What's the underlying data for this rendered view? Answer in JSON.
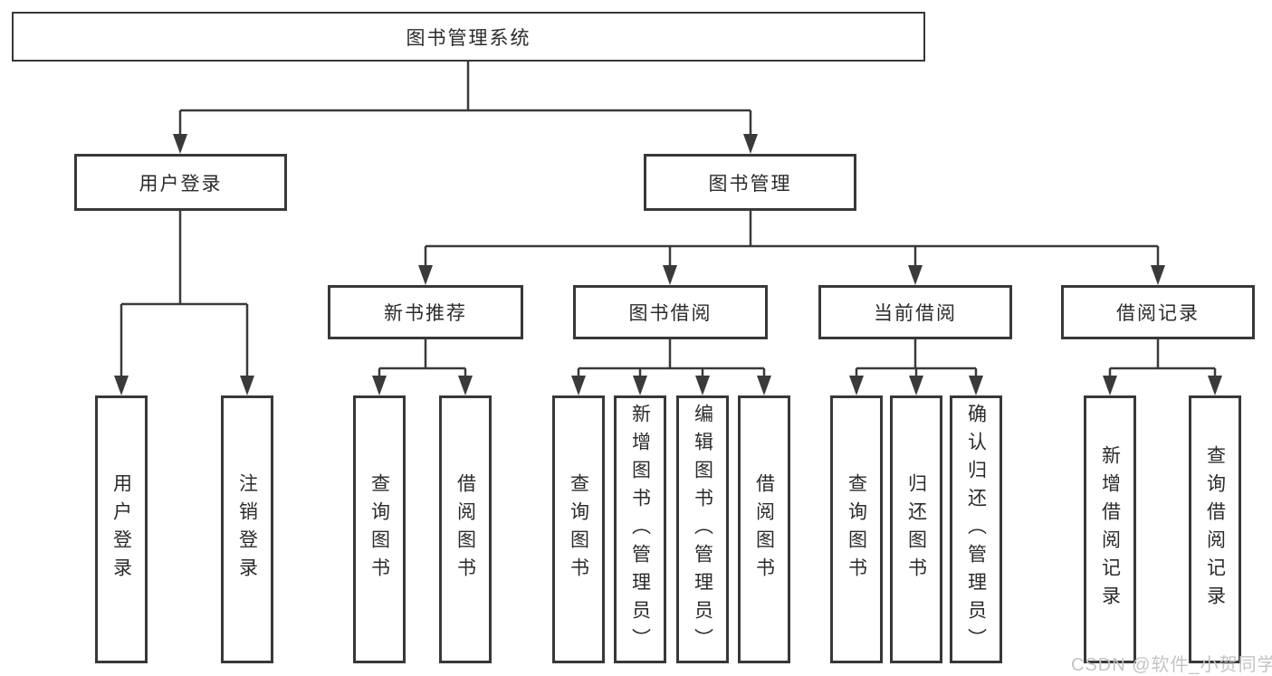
{
  "diagram_title": "图书管理系统",
  "tree": {
    "root": {
      "label": "图书管理系统"
    },
    "branches": [
      {
        "label": "用户登录",
        "children": [
          {
            "label": "用户登录"
          },
          {
            "label": "注销登录"
          }
        ]
      },
      {
        "label": "图书管理",
        "children": [
          {
            "label": "新书推荐",
            "children": [
              {
                "label": "查询图书"
              },
              {
                "label": "借阅图书"
              }
            ]
          },
          {
            "label": "图书借阅",
            "children": [
              {
                "label": "查询图书"
              },
              {
                "label": "新增图书（管理员）"
              },
              {
                "label": "编辑图书（管理员）"
              },
              {
                "label": "借阅图书"
              }
            ]
          },
          {
            "label": "当前借阅",
            "children": [
              {
                "label": "查询图书"
              },
              {
                "label": "归还图书"
              },
              {
                "label": "确认归还（管理员）"
              }
            ]
          },
          {
            "label": "借阅记录",
            "children": [
              {
                "label": "新增借阅记录"
              },
              {
                "label": "查询借阅记录"
              }
            ]
          }
        ]
      }
    ]
  },
  "watermark": "CSDN @软件_小贺同学",
  "colors": {
    "line": "#3a3a3a",
    "box_border": "#383838",
    "text": "#2b2b2b",
    "box_background": "#ffffff",
    "watermark": "#c4c4c4",
    "page_background": "#ffffff"
  }
}
